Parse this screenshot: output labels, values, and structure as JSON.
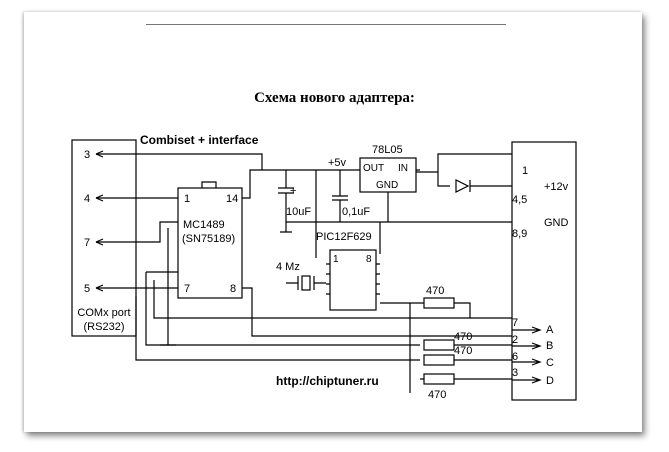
{
  "title": "Схема нового адаптера:",
  "interface_label": "Combiset +  interface",
  "com_port": {
    "line1": "COMx port",
    "line2": "(RS232)",
    "pins": [
      "3",
      "4",
      "7",
      "5"
    ]
  },
  "mc1489": {
    "name": "MC1489",
    "alt": "(SN75189)",
    "pins": [
      "1",
      "14",
      "7",
      "8"
    ]
  },
  "regulator": {
    "name": "78L05",
    "out": "OUT",
    "in": "IN",
    "gnd": "GND"
  },
  "supply_label": "+5v",
  "cap1": {
    "polarity": "+",
    "value": "10uF"
  },
  "cap2": {
    "value": "0,1uF"
  },
  "pic": {
    "name": "PIC12F629",
    "pins": [
      "1",
      "8"
    ]
  },
  "crystal": "4 Mz",
  "resistor_value": "470",
  "right_connector": {
    "pins": [
      "1",
      "4,5",
      "8,9",
      "7",
      "2",
      "6",
      "3"
    ],
    "signals": [
      "+12v",
      "GND",
      "A",
      "B",
      "C",
      "D"
    ]
  },
  "url": "http://chiptuner.ru"
}
